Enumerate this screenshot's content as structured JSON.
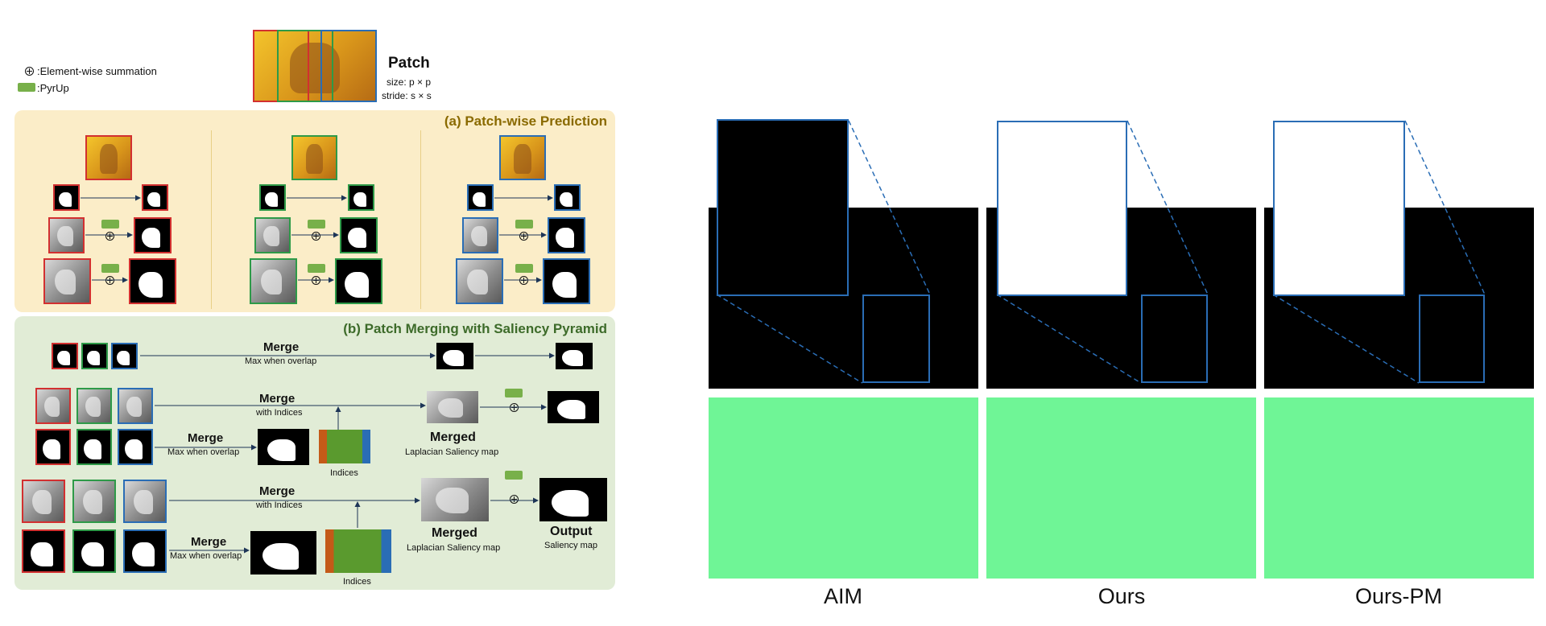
{
  "legend": {
    "sum_label": ":Element-wise summation",
    "pyrup_label": ":PyrUp"
  },
  "patch": {
    "title": "Patch",
    "size": "size: p × p",
    "stride": "stride: s × s"
  },
  "panel_a": {
    "title": "(a) Patch-wise Prediction"
  },
  "panel_b": {
    "title": "(b) Patch Merging with Saliency Pyramid",
    "merge": "Merge",
    "max_overlap": "Max when overlap",
    "with_indices": "with Indices",
    "merged": "Merged",
    "laplacian": "Laplacian Saliency map",
    "indices": "Indices",
    "output": "Output",
    "saliency_map": "Saliency map"
  },
  "captions": [
    "AIM",
    "Ours",
    "Ours-PM"
  ],
  "colors": {
    "red": "#d23030",
    "green": "#2e9a48",
    "blue": "#2a6db5",
    "panel_a_bg": "#fbedc8",
    "panel_b_bg": "#e1ecd6",
    "matte_bg": "#6ff596"
  }
}
